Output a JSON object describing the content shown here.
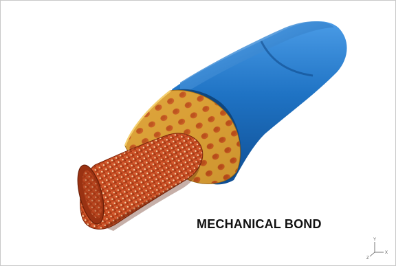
{
  "caption": "MECHANICAL BOND",
  "axis_triad": {
    "y_label": "Y",
    "x_label": "X",
    "z_label": "Z"
  },
  "colors": {
    "outer_sleeve": "#1f73c4",
    "middle_layer": "#d9a13a",
    "inner_tube": "#c2491e"
  }
}
